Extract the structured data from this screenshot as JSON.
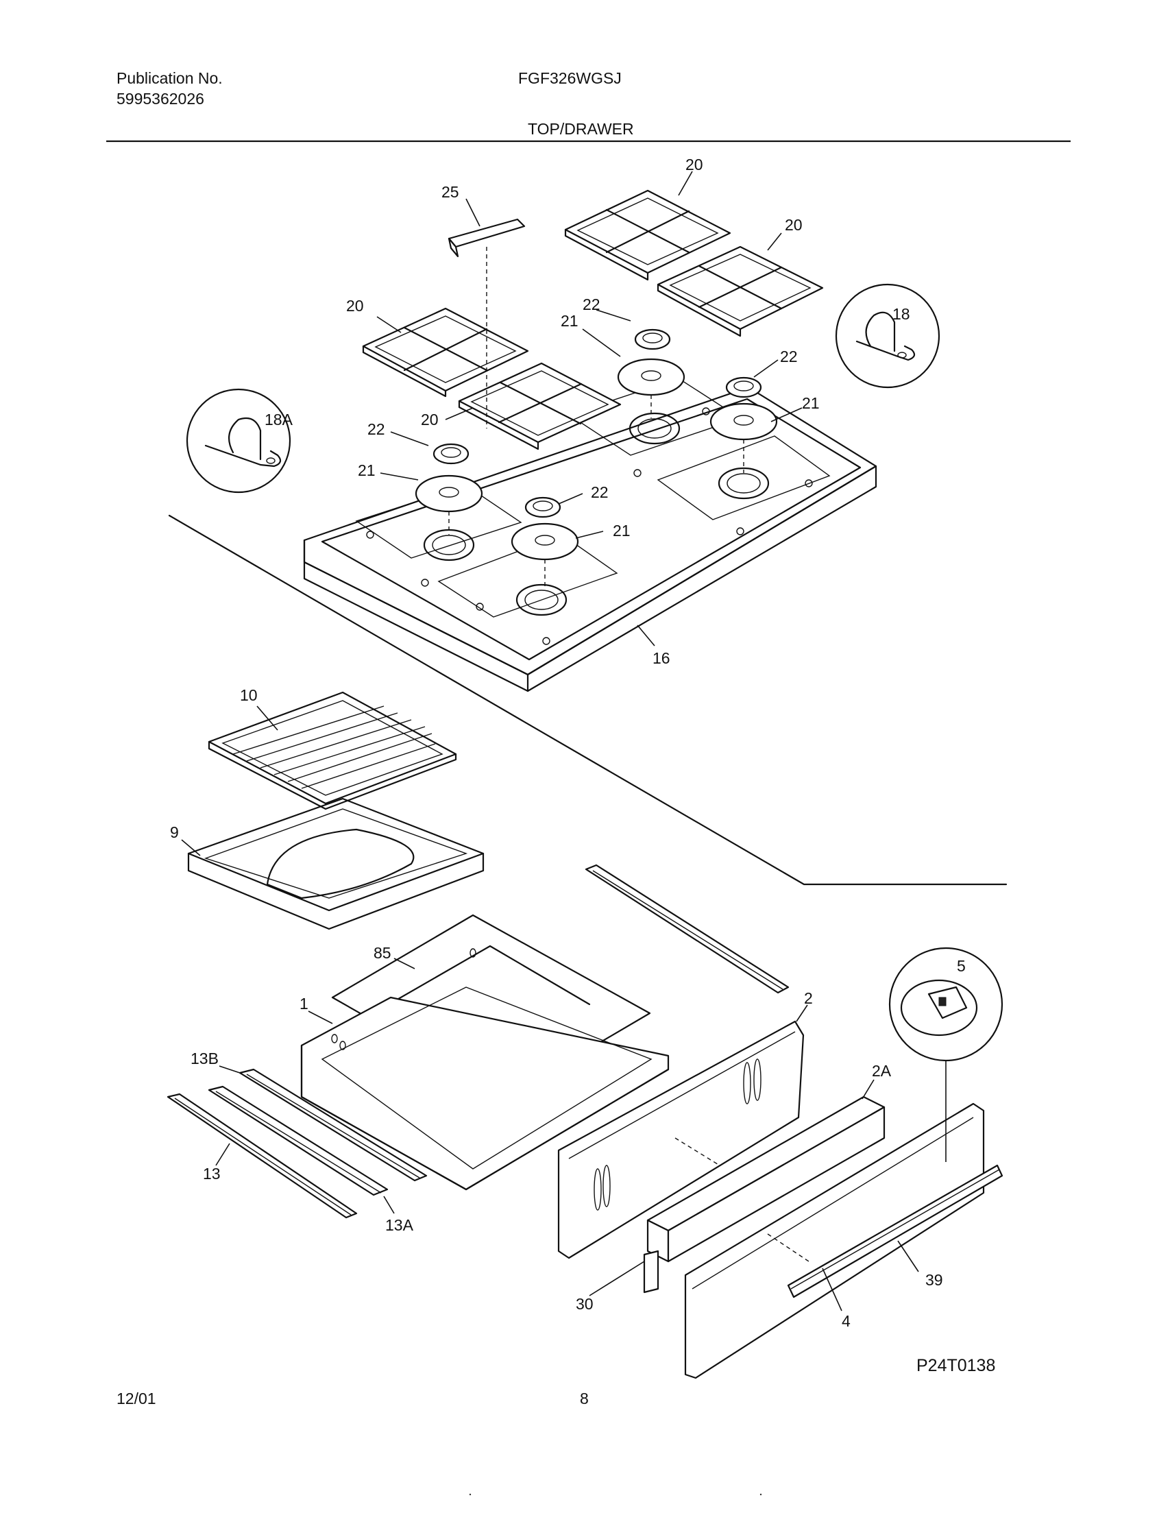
{
  "header": {
    "publication_label": "Publication No.",
    "publication_number": "5995362026",
    "model": "FGF326WGSJ",
    "section_title": "TOP/DRAWER"
  },
  "footer": {
    "date": "12/01",
    "page_number": "8",
    "diagram_code": "P24T0138"
  },
  "callouts": {
    "c20a": "20",
    "c20b": "20",
    "c20c": "20",
    "c20d": "20",
    "c25": "25",
    "c22a": "22",
    "c22b": "22",
    "c22c": "22",
    "c22d": "22",
    "c21a": "21",
    "c21b": "21",
    "c21c": "21",
    "c21d": "21",
    "c18": "18",
    "c18a": "18A",
    "c16": "16",
    "c10": "10",
    "c9": "9",
    "c85": "85",
    "c1": "1",
    "c2": "2",
    "c2a": "2A",
    "c5": "5",
    "c13b": "13B",
    "c13": "13",
    "c13a": "13A",
    "c30": "30",
    "c39": "39",
    "c4": "4"
  }
}
